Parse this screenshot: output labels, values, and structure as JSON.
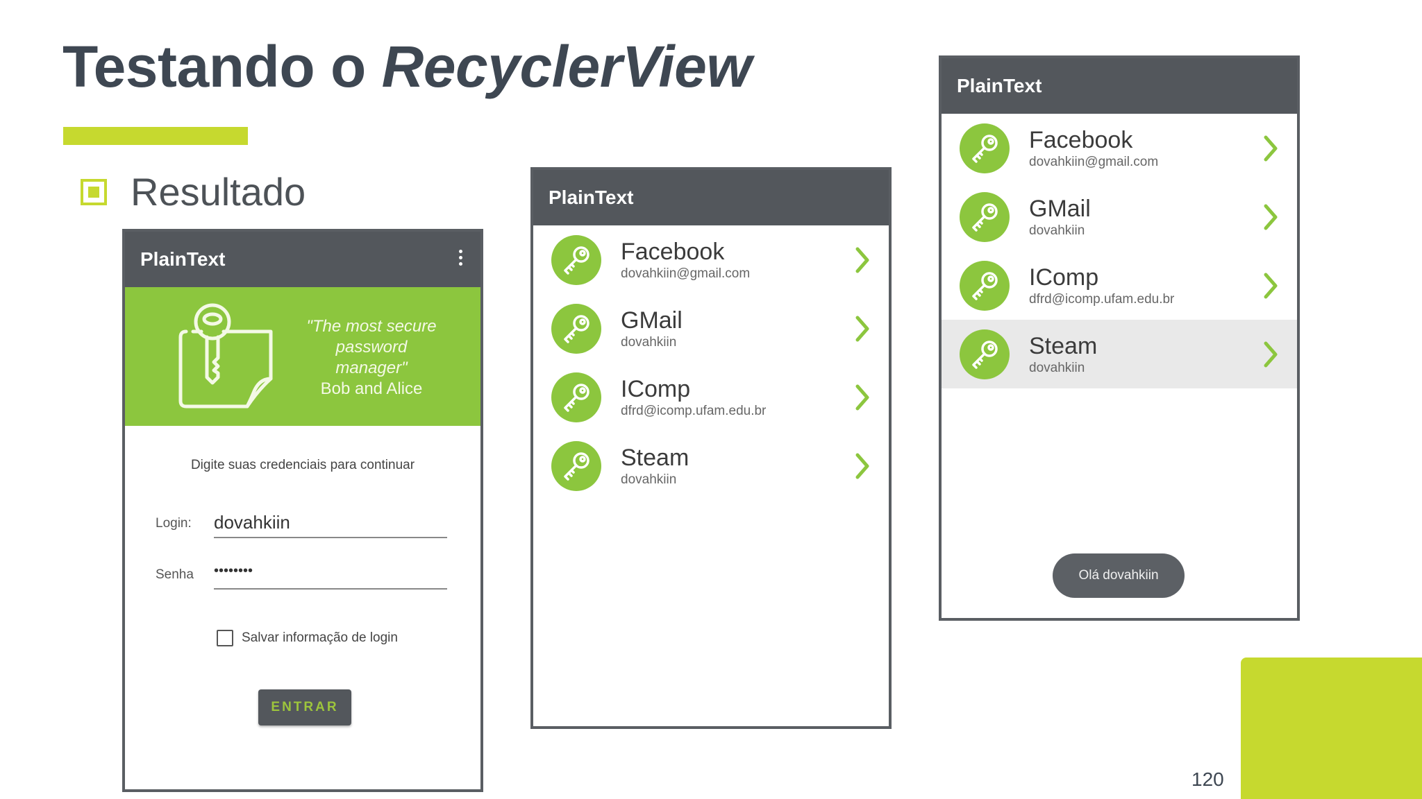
{
  "slide": {
    "title_prefix": "Testando o ",
    "title_emphasis": "RecyclerView",
    "bullet": "Resultado",
    "page_number": "120"
  },
  "app": {
    "title": "PlainText"
  },
  "login": {
    "quote": "\"The most secure password manager\"",
    "quote_author": "Bob and Alice",
    "instructions": "Digite suas credenciais para continuar",
    "login_label": "Login:",
    "login_value": "dovahkiin",
    "password_label": "Senha",
    "password_value": "••••••••",
    "remember_label": "Salvar informação de login",
    "enter_label": "ENTRAR"
  },
  "accounts": [
    {
      "title": "Facebook",
      "subtitle": "dovahkiin@gmail.com"
    },
    {
      "title": "GMail",
      "subtitle": "dovahkiin"
    },
    {
      "title": "IComp",
      "subtitle": "dfrd@icomp.ufam.edu.br"
    },
    {
      "title": "Steam",
      "subtitle": "dovahkiin"
    }
  ],
  "toast": "Olá dovahkiin",
  "colors": {
    "accent": "#c6d92f",
    "app_green": "#8cc63e",
    "toolbar": "#53575c",
    "title": "#3e4752"
  },
  "icons": {
    "avatar": "key-icon",
    "row_action": "chevron-right-icon",
    "bullet": "square-bullet-icon",
    "menu": "overflow-menu-icon"
  }
}
